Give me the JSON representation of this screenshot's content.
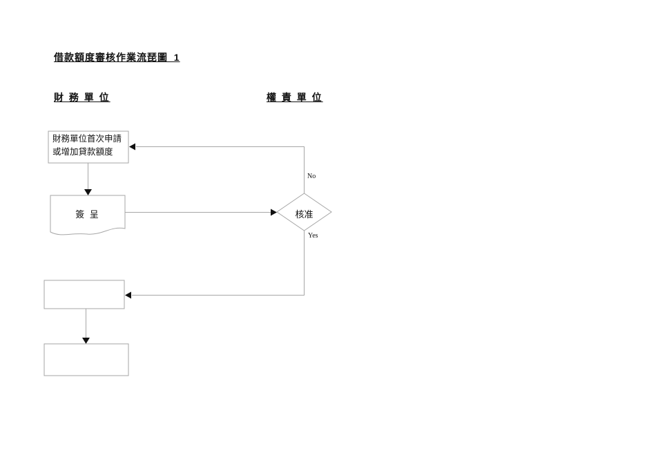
{
  "page": {
    "title": "借款額度審核作業流琵圖_1"
  },
  "columns": {
    "left_header": "財 務 單 位",
    "right_header": "權 責 單 位"
  },
  "flowchart": {
    "apply_box": {
      "line1": "財務單位首次申請",
      "line2": "或增加貸款額度"
    },
    "memo_document": {
      "label": "簽 呈"
    },
    "approve_diamond": {
      "label": "核准"
    },
    "result_box_1": {
      "label": ""
    },
    "result_box_2": {
      "label": ""
    },
    "edge_labels": {
      "no": "No",
      "yes": "Yes"
    }
  },
  "colors": {
    "background": "#ffffff",
    "shape_outline": "#a6a6a6",
    "connector_line": "#a6a6a6",
    "arrowhead": "#111111",
    "text": "#111111"
  }
}
